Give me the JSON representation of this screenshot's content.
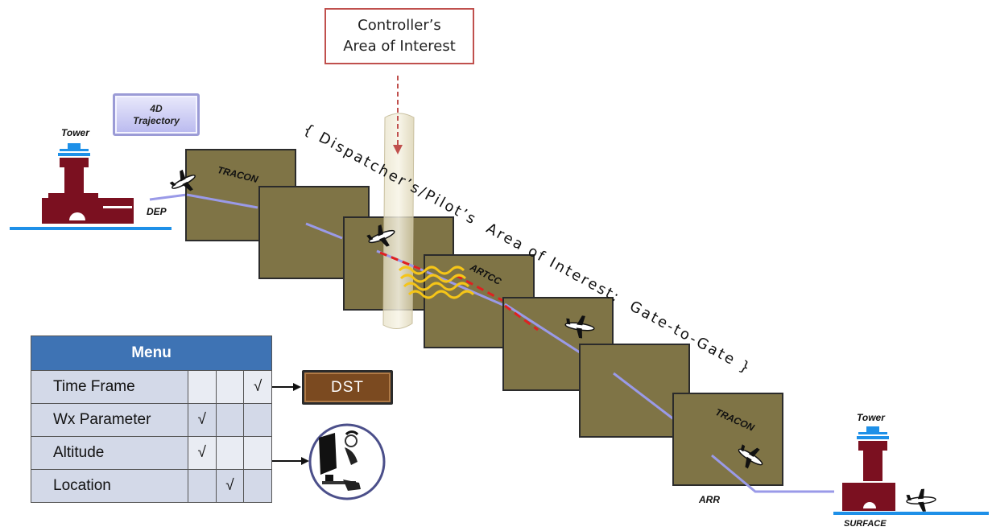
{
  "callout": {
    "line1": "Controller’s",
    "line2": "Area of Interest"
  },
  "trajectory_button": {
    "line1": "4D",
    "line2": "Trajectory"
  },
  "labels": {
    "tower_left": "Tower",
    "tower_right": "Tower",
    "dep": "DEP",
    "arr": "ARR",
    "surface": "SURFACE",
    "tracon_top": "TRACON",
    "artcc": "ARTCC",
    "tracon_bottom": "TRACON"
  },
  "dispatcher_text": "{ Dispatcher’s/Pilot’s  Area of Interest:  Gate-to-Gate }",
  "menu": {
    "title": "Menu",
    "check": "√",
    "rows": [
      {
        "label": "Time Frame"
      },
      {
        "label": "Wx Parameter"
      },
      {
        "label": "Altitude"
      },
      {
        "label": "Location"
      }
    ]
  },
  "dst_button": {
    "label": "DST"
  },
  "colors": {
    "panel": "#7f7446",
    "tower": "#7b1020",
    "ground": "#1e90e8",
    "trajectory": "#9a9ae8",
    "callout_border": "#c0504d",
    "menu_header": "#3e73b4",
    "dst": "#7b4a20"
  },
  "icons": [
    "control-tower-icon",
    "airplane-icon",
    "weather-wave-icon",
    "controller-workstation-icon",
    "arrow-icon"
  ]
}
